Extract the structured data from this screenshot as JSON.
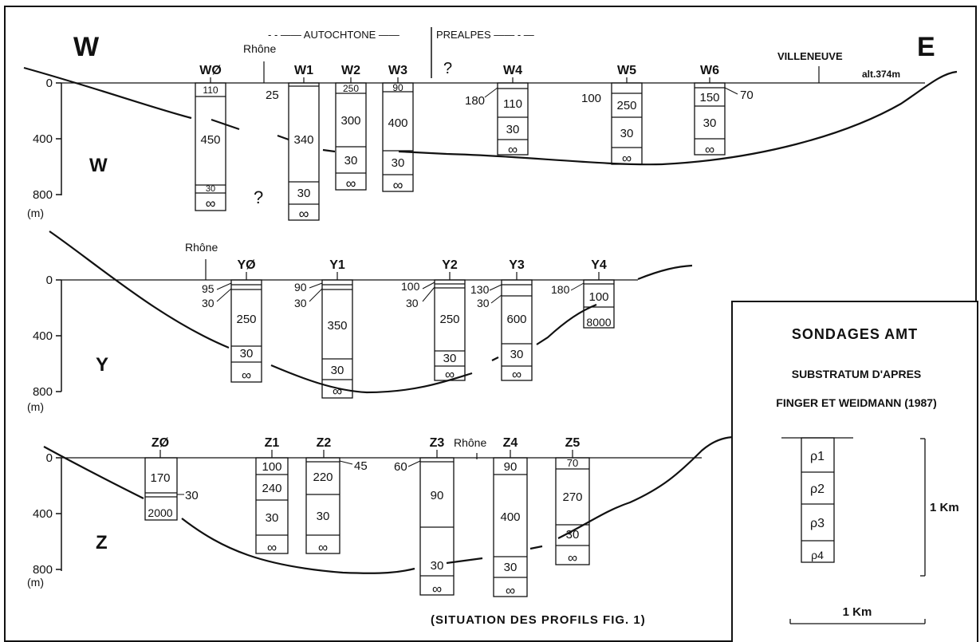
{
  "header": {
    "west_letter": "W",
    "east_letter": "E",
    "autochtone": "- - —— AUTOCHTONE ——",
    "prealpes": "PREALPES —— - —",
    "question": "?",
    "villeneuve": "VILLENEUVE",
    "altitude": "alt.374m",
    "rhone": "Rhône"
  },
  "axes": {
    "ticks": [
      "0",
      "400",
      "800"
    ],
    "unit": "(m)"
  },
  "profiles": {
    "W": {
      "label": "W",
      "soundings": [
        {
          "name": "WØ",
          "layers": [
            "110",
            "450",
            "30",
            "∞"
          ],
          "side": []
        },
        {
          "name": "W1",
          "layers": [
            "",
            "340",
            "30",
            "∞"
          ],
          "side": [
            "25"
          ]
        },
        {
          "name": "W2",
          "layers": [
            "250",
            "300",
            "30",
            "∞"
          ],
          "side": []
        },
        {
          "name": "W3",
          "layers": [
            "90",
            "400",
            "30",
            "∞"
          ],
          "side": []
        },
        {
          "name": "W4",
          "layers": [
            "",
            "110",
            "30",
            "∞"
          ],
          "side": [
            "180"
          ]
        },
        {
          "name": "W5",
          "layers": [
            "",
            "250",
            "30",
            "∞"
          ],
          "side": [
            "100"
          ]
        },
        {
          "name": "W6",
          "layers": [
            "150",
            "30",
            "∞"
          ],
          "side": [
            "70"
          ]
        }
      ],
      "question": "?"
    },
    "Y": {
      "label": "Y",
      "rhone": "Rhône",
      "soundings": [
        {
          "name": "YØ",
          "layers": [
            "",
            "",
            "250",
            "30",
            "∞"
          ],
          "side": [
            "95",
            "30"
          ]
        },
        {
          "name": "Y1",
          "layers": [
            "",
            "",
            "350",
            "30",
            "∞"
          ],
          "side": [
            "90",
            "30"
          ]
        },
        {
          "name": "Y2",
          "layers": [
            "",
            "",
            "250",
            "30",
            "∞"
          ],
          "side": [
            "100",
            "30"
          ]
        },
        {
          "name": "Y3",
          "layers": [
            "",
            "600",
            "30",
            "∞"
          ],
          "side": [
            "130",
            "30"
          ]
        },
        {
          "name": "Y4",
          "layers": [
            "",
            "100",
            "8000"
          ],
          "side": [
            "180"
          ]
        }
      ]
    },
    "Z": {
      "label": "Z",
      "rhone": "Rhône",
      "soundings": [
        {
          "name": "ZØ",
          "layers": [
            "170",
            "2000"
          ],
          "side": [
            "30"
          ]
        },
        {
          "name": "Z1",
          "layers": [
            "100",
            "240",
            "30",
            "∞"
          ],
          "side": []
        },
        {
          "name": "Z2",
          "layers": [
            "220",
            "30",
            "∞"
          ],
          "side": [
            "45"
          ]
        },
        {
          "name": "Z3",
          "layers": [
            "",
            "90",
            "30",
            "∞"
          ],
          "side": [
            "60"
          ]
        },
        {
          "name": "Z4",
          "layers": [
            "90",
            "400",
            "30",
            "∞"
          ],
          "side": []
        },
        {
          "name": "Z5",
          "layers": [
            "70",
            "270",
            "30",
            "∞"
          ],
          "side": []
        }
      ]
    }
  },
  "legend": {
    "title": "SONDAGES AMT",
    "line1": "SUBSTRATUM D'APRES",
    "line2": "FINGER ET WEIDMANN (1987)",
    "layers": [
      "ρ1",
      "ρ2",
      "ρ3",
      "ρ4"
    ],
    "vscale": "1 Km",
    "hscale": "1 Km"
  },
  "footer": "(SITUATION DES PROFILS FIG. 1)"
}
